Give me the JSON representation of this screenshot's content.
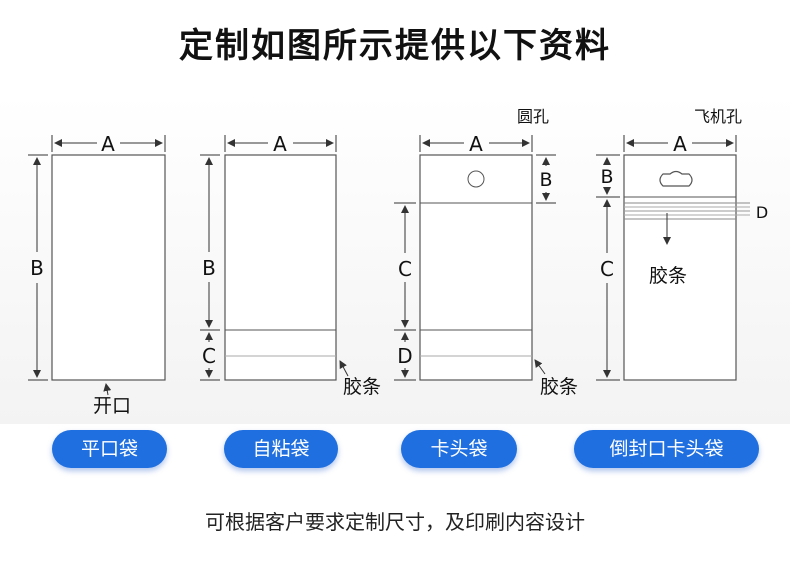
{
  "title": "定制如图所示提供以下资料",
  "labels": {
    "A": "A",
    "B": "B",
    "C": "C",
    "D": "D",
    "opening": "开口",
    "tape": "胶条",
    "round_hole": "圆孔",
    "airplane_hole": "飞机孔"
  },
  "bag_types": [
    "平口袋",
    "自粘袋",
    "卡头袋",
    "倒封口卡头袋"
  ],
  "footer": "可根据客户要求定制尺寸，及印刷内容设计"
}
